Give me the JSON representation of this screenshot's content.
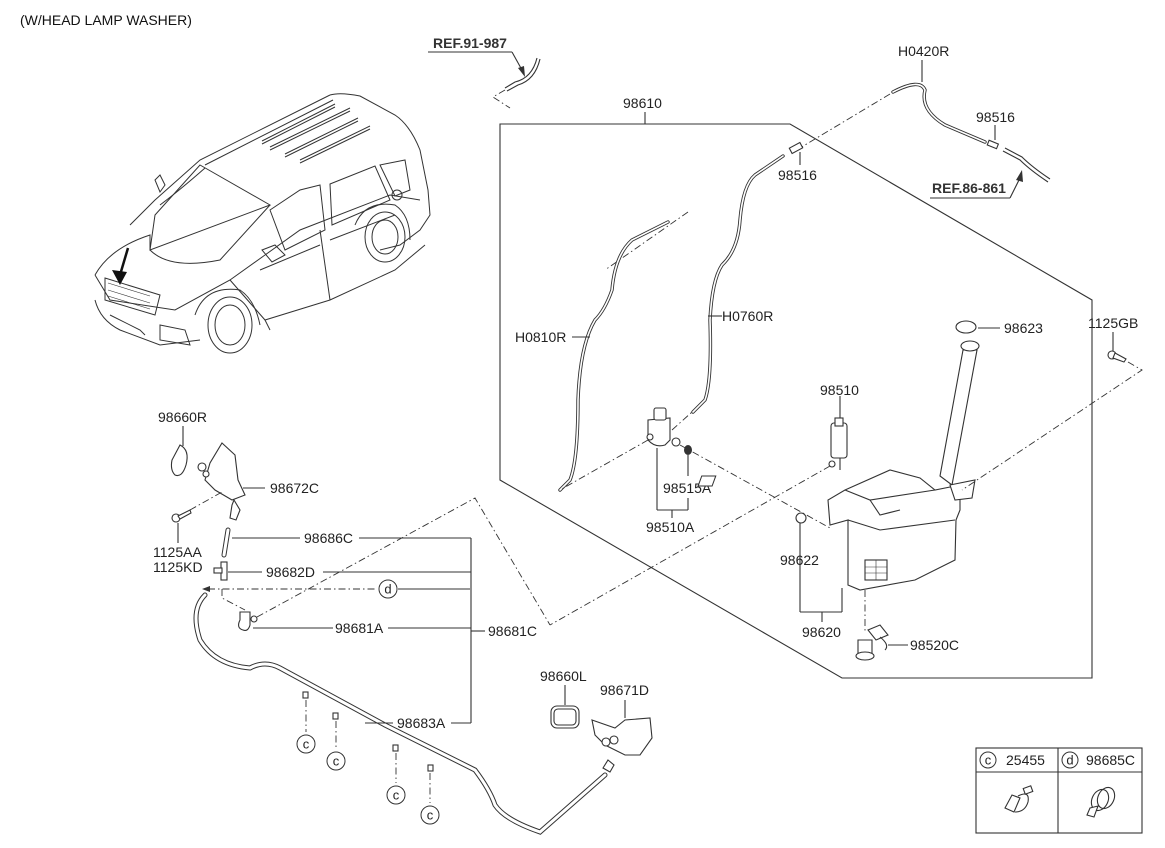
{
  "title": "(W/HEAD LAMP WASHER)",
  "references": {
    "ref_top": "REF.91-987",
    "ref_right": "REF.86-861"
  },
  "parts": {
    "p98610": "98610",
    "pH0420R": "H0420R",
    "p98516_a": "98516",
    "p98516_b": "98516",
    "pH0810R": "H0810R",
    "pH0760R": "H0760R",
    "p98623": "98623",
    "p1125GB": "1125GB",
    "p98510": "98510",
    "p98515A": "98515A",
    "p98510A": "98510A",
    "p98622": "98622",
    "p98620": "98620",
    "p98520C": "98520C",
    "p98660R": "98660R",
    "p98672C": "98672C",
    "p1125AA": "1125AA",
    "p1125KD": "1125KD",
    "p98686C": "98686C",
    "p98682D": "98682D",
    "p98681A": "98681A",
    "p98681C": "98681C",
    "p98683A": "98683A",
    "p98660L": "98660L",
    "p98671D": "98671D"
  },
  "callouts": {
    "c": "c",
    "d": "d"
  },
  "legend": {
    "items": [
      {
        "symbol": "c",
        "part": "25455"
      },
      {
        "symbol": "d",
        "part": "98685C"
      }
    ]
  }
}
